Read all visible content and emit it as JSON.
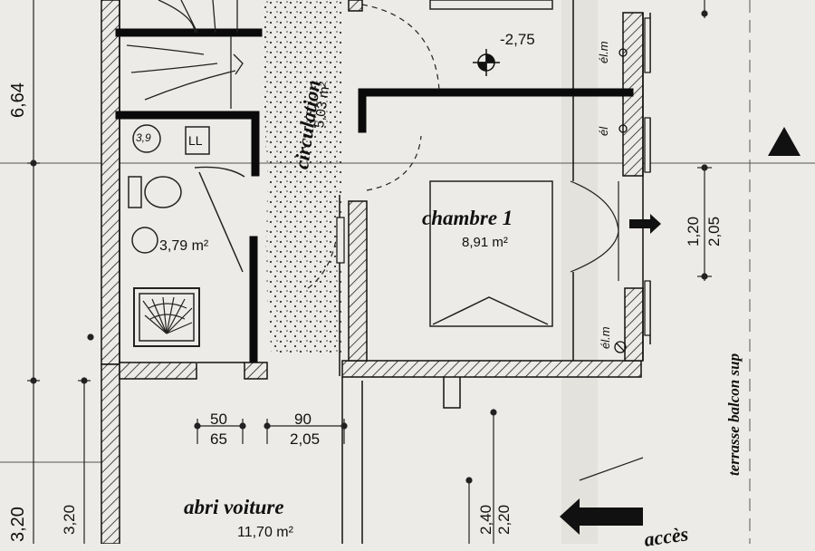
{
  "rooms": {
    "circulation": {
      "name": "circulation",
      "area": "5,03 m²"
    },
    "bathroom": {
      "area": "3,79 m²"
    },
    "chambre": {
      "name": "chambre 1",
      "area": "8,91 m²"
    },
    "abri": {
      "name": "abri voiture",
      "area": "11,70 m²"
    }
  },
  "labels": {
    "level": "-2,75",
    "terrasse": "terrasse balcon sup",
    "acces": "accès",
    "elec_top": "él.m",
    "elec_mid": "él",
    "elec_bottom": "él.m",
    "wc_label": "3,9",
    "ll": "LL"
  },
  "dimensions": {
    "left_upper": "6,64",
    "left_lower": "3,20",
    "left_lower_inner": "3,20",
    "d50": "50",
    "d65": "65",
    "d90": "90",
    "d205_bottom": "2,05",
    "d120": "1,20",
    "d205_right": "2,05",
    "d240": "2,40",
    "d220": "2,20"
  }
}
